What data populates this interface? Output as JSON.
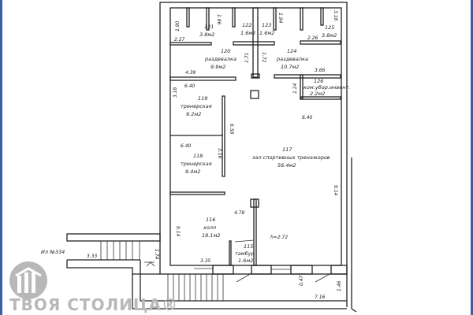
{
  "rooms": [
    {
      "num": "121",
      "area": "3.8м2"
    },
    {
      "num": "122",
      "area": "1.6м2"
    },
    {
      "num": "123",
      "area": "1.6м2"
    },
    {
      "num": "125",
      "area": "3.8м2"
    },
    {
      "num": "120",
      "name": "раздевалка",
      "area": "9.9м2"
    },
    {
      "num": "124",
      "name": "раздевалка",
      "area": "10.7м2"
    },
    {
      "num": "126",
      "name": "ком.убор.инвент.",
      "area": "2.2м2"
    },
    {
      "num": "119",
      "name": "тренерская",
      "area": "9.2м2"
    },
    {
      "num": "118",
      "name": "тренерская",
      "area": "9.4м2"
    },
    {
      "num": "117",
      "name": "зал спортивных тренажоров",
      "area": "56.4м2"
    },
    {
      "num": "116",
      "name": "холл",
      "area": "18.1м2"
    },
    {
      "num": "115",
      "name": "тамбур",
      "area": "1.6м2"
    }
  ],
  "dimensions": {
    "d190": "1.90",
    "d186": "1.86",
    "d194": "1.94",
    "d318a": "3.18",
    "d227": "2.27",
    "d226": "2.26",
    "d171": "1.71",
    "d172": "1.72",
    "d439": "4.39",
    "d366": "3.66",
    "d640a": "6.40",
    "d318b": "3.18",
    "d124": "1.24",
    "d640b": "6.40",
    "d658": "6.58",
    "d640c": "6.40",
    "d316": "3.16",
    "d914a": "9.14",
    "d914b": "9.14",
    "d478": "4.78",
    "height": "h=2.72",
    "d335": "3.35",
    "d333": "3.33",
    "d174": "1.74",
    "d047": "0.47",
    "d716": "7.16",
    "d146": "1.46"
  },
  "neighbor_label": "Ил №334",
  "watermark": "ТВОЯ СТОЛИЦА®",
  "colors": {
    "border": "#3b5ea8",
    "lines": "#222222",
    "watermark": "#b8b8b8"
  }
}
